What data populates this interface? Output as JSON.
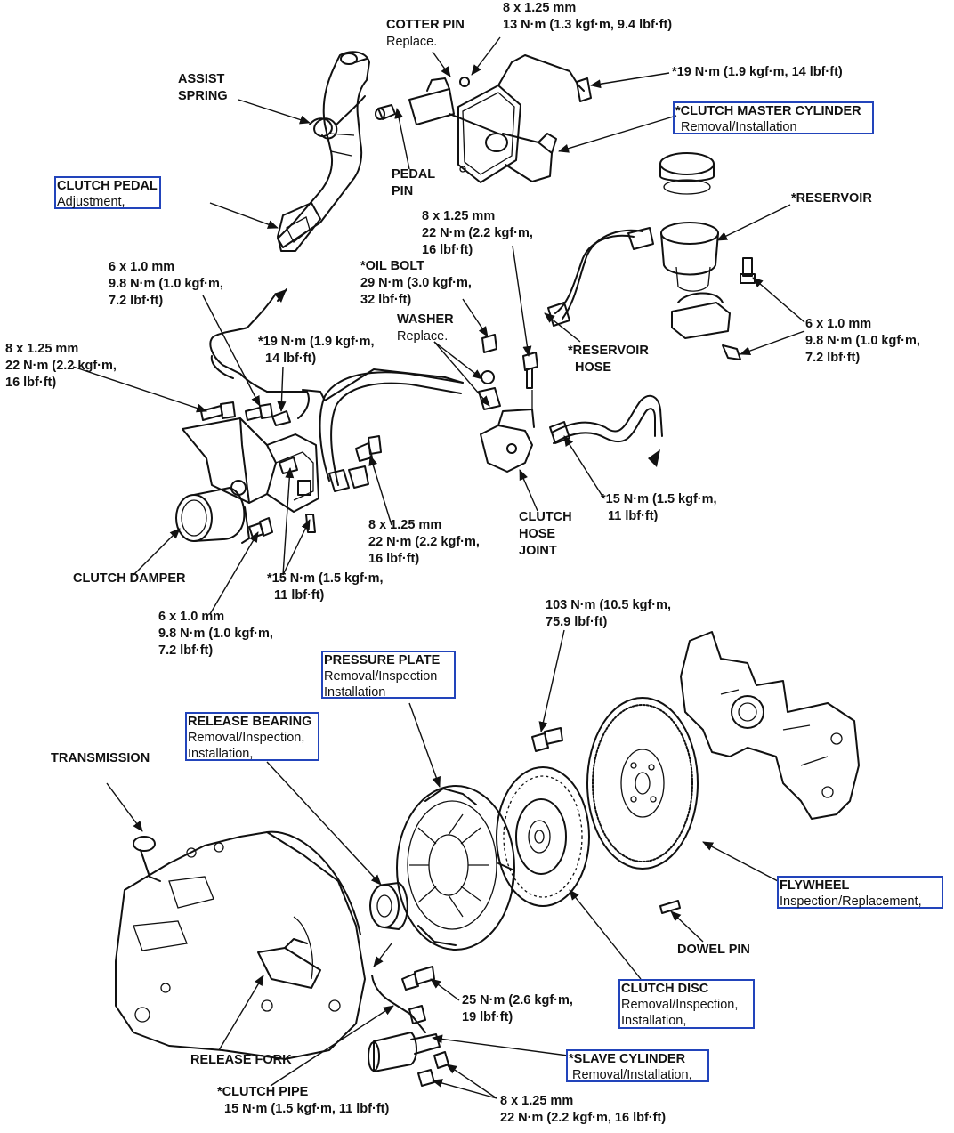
{
  "labels": {
    "cotter_pin": [
      "COTTER PIN",
      "Replace."
    ],
    "top_bolt": [
      "8 x 1.25 mm",
      "13 N·m (1.3 kgf·m, 9.4 lbf·ft)"
    ],
    "pipe_torque_top": [
      "*19 N·m (1.9 kgf·m, 14 lbf·ft)"
    ],
    "assist_spring": [
      "ASSIST",
      "SPRING"
    ],
    "pedal_pin": [
      "PEDAL",
      "PIN"
    ],
    "reservoir": [
      "*RESERVOIR"
    ],
    "hose_joint_bolt": [
      "8 x 1.25 mm",
      "22 N·m (2.2 kgf·m,",
      "16 lbf·ft)"
    ],
    "left_bracket_bolt": [
      "6 x 1.0 mm",
      "9.8 N·m (1.0 kgf·m,",
      "7.2 lbf·ft)"
    ],
    "oil_bolt": [
      "*OIL BOLT",
      "29 N·m (3.0 kgf·m,",
      "32 lbf·ft)"
    ],
    "washer": [
      "WASHER",
      "Replace."
    ],
    "pipe_torque_left": [
      "*19 N·m (1.9 kgf·m,",
      "14 lbf·ft)"
    ],
    "damper_bolt_left": [
      "8 x 1.25 mm",
      "22 N·m (2.2 kgf·m,",
      "16 lbf·ft)"
    ],
    "reservoir_bolt": [
      "6 x 1.0 mm",
      "9.8 N·m (1.0 kgf·m,",
      "7.2 lbf·ft)"
    ],
    "reservoir_hose": [
      "*RESERVOIR",
      "HOSE"
    ],
    "clutch_damper": [
      "CLUTCH DAMPER"
    ],
    "damper_bolt_mid": [
      "8 x 1.25 mm",
      "22 N·m (2.2 kgf·m,",
      "16 lbf·ft)"
    ],
    "clutch_hose_joint": [
      "CLUTCH",
      "HOSE",
      "JOINT"
    ],
    "hose_joint_torque": [
      "*15 N·m (1.5 kgf·m,",
      "11 lbf·ft)"
    ],
    "damper_pipe_torque": [
      "*15 N·m (1.5 kgf·m,",
      "11 lbf·ft)"
    ],
    "damper_bracket_bolt": [
      "6 x 1.0 mm",
      "9.8 N·m (1.0 kgf·m,",
      "7.2 lbf·ft)"
    ],
    "flywheel_bolt": [
      "103 N·m (10.5 kgf·m,",
      "75.9 lbf·ft)"
    ],
    "transmission": [
      "TRANSMISSION"
    ],
    "dowel_pin": [
      "DOWEL PIN"
    ],
    "pressure_plate_bolt": [
      "25 N·m (2.6 kgf·m,",
      "19 lbf·ft)"
    ],
    "release_fork": [
      "RELEASE FORK"
    ],
    "clutch_pipe": [
      "*CLUTCH PIPE",
      "15 N·m (1.5 kgf·m, 11 lbf·ft)"
    ],
    "slave_bolts": [
      "8 x 1.25 mm",
      "22 N·m (2.2 kgf·m, 16 lbf·ft)"
    ]
  },
  "links": {
    "clutch_master_cylinder": [
      "*CLUTCH MASTER CYLINDER",
      "Removal/Installation"
    ],
    "clutch_pedal": [
      "CLUTCH PEDAL",
      "Adjustment,"
    ],
    "pressure_plate": [
      "PRESSURE PLATE",
      "Removal/Inspection",
      "Installation"
    ],
    "release_bearing": [
      "RELEASE BEARING",
      "Removal/Inspection,",
      "Installation,"
    ],
    "flywheel": [
      "FLYWHEEL",
      "Inspection/Replacement,"
    ],
    "clutch_disc": [
      "CLUTCH DISC",
      "Removal/Inspection,",
      "Installation,"
    ],
    "slave_cylinder": [
      "*SLAVE CYLINDER",
      "Removal/Installation,"
    ]
  },
  "colors": {
    "link_border": "#2244bb",
    "ink": "#111111"
  }
}
